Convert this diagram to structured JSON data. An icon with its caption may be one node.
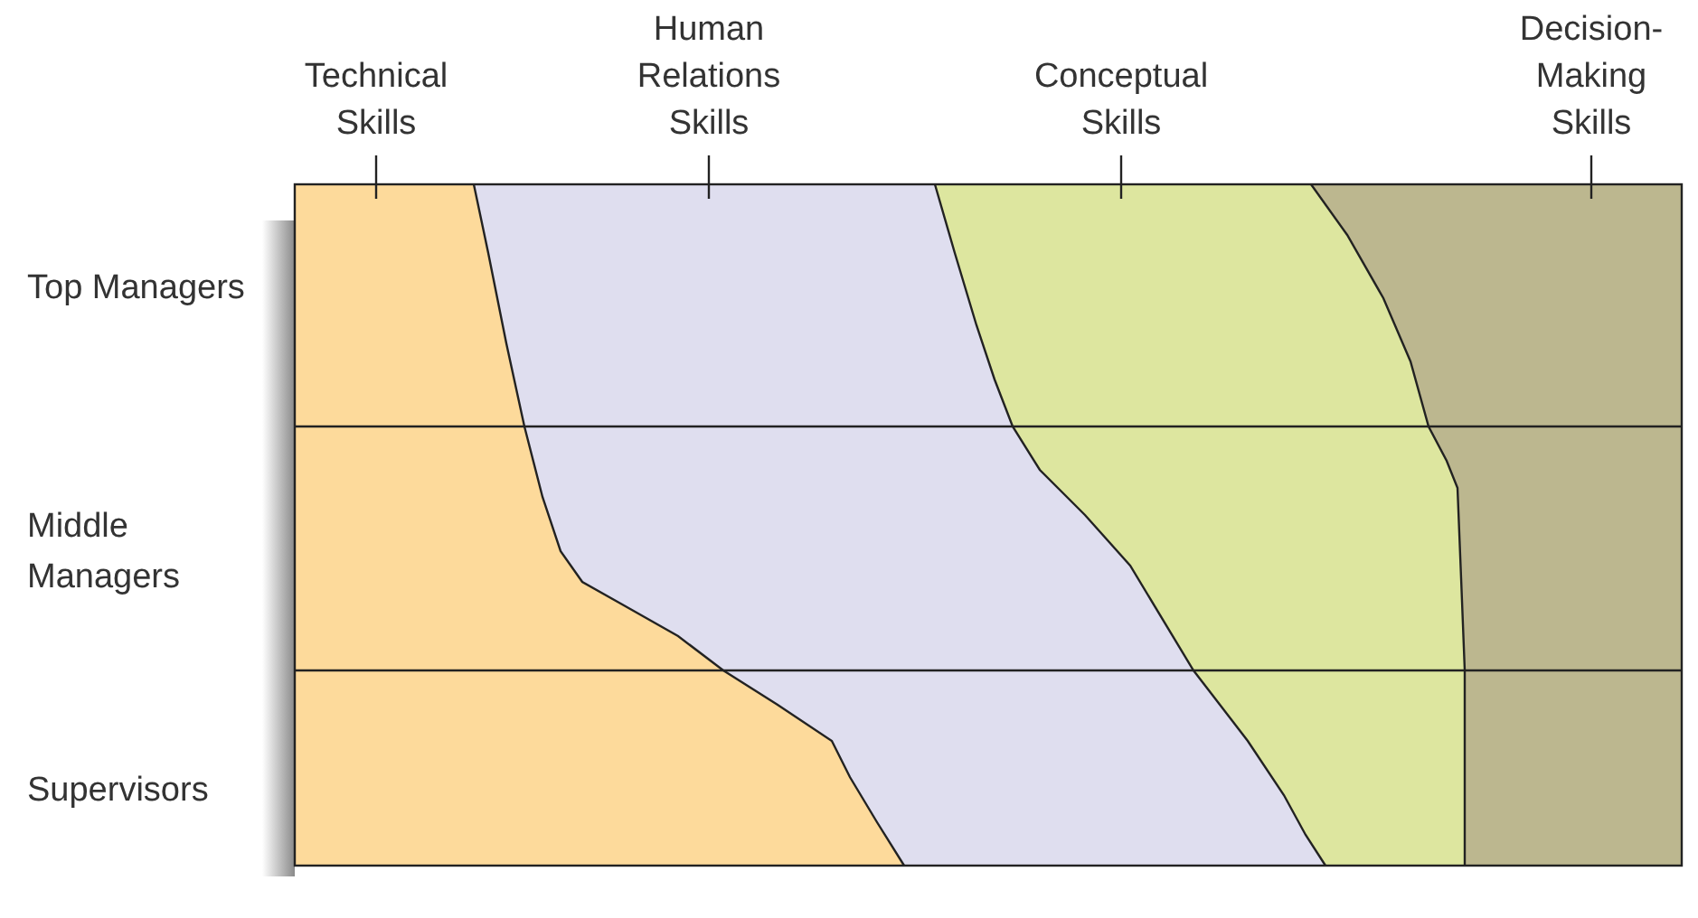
{
  "diagram": {
    "nodes": [
      {
        "text": [
          "Technical Skills"
        ]
      },
      {
        "text": [
          "Human Relations Skills"
        ]
      },
      {
        "text": [
          "Conceptual Skills"
        ]
      },
      {
        "text": [
          "Decision-Making Skills"
        ]
      },
      {
        "text": [],
        "shape": "band"
      },
      {
        "text": [],
        "shape": "band"
      },
      {
        "text": [],
        "shape": "band"
      },
      {
        "text": [],
        "shape": "band"
      }
    ],
    "edges": [
      {
        "from": 0,
        "to": 4,
        "arrow": "none"
      },
      {
        "from": 1,
        "to": 5,
        "arrow": "none"
      },
      {
        "from": 2,
        "to": 6,
        "arrow": "none"
      },
      {
        "from": 3,
        "to": 7,
        "arrow": "none"
      }
    ],
    "labels": [
      "Top Managers",
      "Middle Managers",
      "Supervisors"
    ]
  }
}
